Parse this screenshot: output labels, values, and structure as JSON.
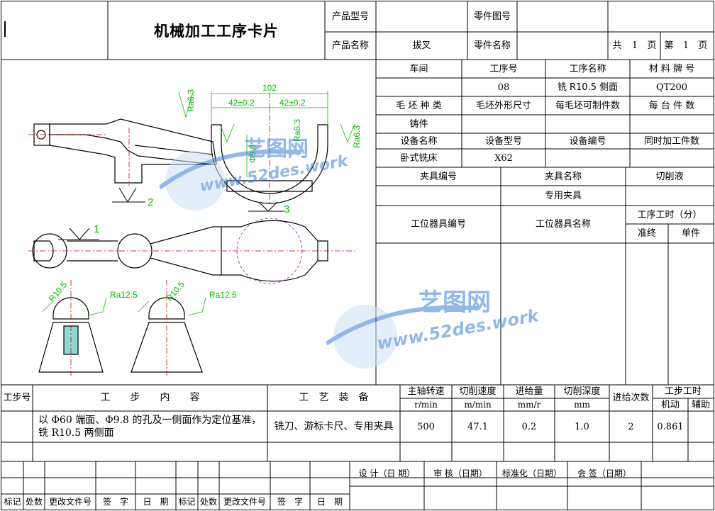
{
  "header": {
    "title": "机械加工工序卡片",
    "product_model_label": "产品型号",
    "product_model_value": "",
    "part_drawing_no_label": "零件图号",
    "part_drawing_no_value": "",
    "product_name_label": "产品名称",
    "product_name_value": "拔叉",
    "part_name_label": "零件名称",
    "part_name_value": "",
    "total_pages_prefix": "共",
    "total_pages": "1",
    "total_pages_suffix": "页",
    "page_prefix": "第",
    "page_no": "1",
    "page_suffix": "页"
  },
  "info": {
    "workshop_label": "车间",
    "op_no_label": "工序号",
    "op_name_label": "工序名称",
    "material_label": "材 料 牌 号",
    "workshop_value": "",
    "op_no_value": "08",
    "op_name_value": "铣 R10.5 侧面",
    "material_value": "QT200",
    "blank_type_label": "毛 坯 种 类",
    "blank_size_label": "毛坯外形尺寸",
    "parts_per_blank_label": "每毛坯可制件数",
    "parts_per_unit_label": "每 台 件 数",
    "blank_type_value": "铸件",
    "equip_name_label": "设备名称",
    "equip_model_label": "设备型号",
    "equip_no_label": "设备编号",
    "simul_parts_label": "同时加工件数",
    "equip_name_value": "卧式铣床",
    "equip_model_value": "X62",
    "fixture_no_label": "夹具编号",
    "fixture_name_label": "夹具名称",
    "coolant_label": "切削液",
    "fixture_name_value": "专用夹具",
    "station_tool_no_label": "工位器具编号",
    "station_tool_name_label": "工位器具名称",
    "op_time_label": "工序工时（分）",
    "prep_label": "准终",
    "unit_label": "单件"
  },
  "steps": {
    "step_no_label": "工步号",
    "step_content_label": "工　　步　　内　　容",
    "equipment_label": "工　艺　装　备",
    "spindle_label": "主轴转速",
    "spindle_unit": "r/min",
    "cut_speed_label": "切削速度",
    "cut_speed_unit": "m/min",
    "feed_label": "进给量",
    "feed_unit": "mm/r",
    "depth_label": "切削深度",
    "depth_unit": "mm",
    "passes_label": "进给次数",
    "step_time_label": "工步工时",
    "machine_time_label": "机动",
    "aux_time_label": "辅助",
    "rows": [
      {
        "no": "",
        "content": "以 Φ60 端面、Φ9.8 的孔及一侧面作为定位基准，铣 R10.5 两侧面",
        "equipment": "铣刀、游标卡尺、专用夹具",
        "spindle": "500",
        "cut_speed": "47.1",
        "feed": "0.2",
        "depth": "1.0",
        "passes": "2",
        "machine_time": "0.861",
        "aux_time": ""
      }
    ]
  },
  "footer": {
    "design_label": "设 计（日 期）",
    "review_label": "审 核（日期）",
    "standard_label": "标准化（日期）",
    "sign_label": "会 签（日期）",
    "mark_label": "标记",
    "count_label": "处数",
    "change_doc_label": "更改文件号",
    "signature_label": "签　字",
    "date_label": "日　期"
  },
  "drawing": {
    "dim_102": "102",
    "dim_42a": "42±0.2",
    "dim_42b": "42±0.2",
    "rough_1": "Ra6.3",
    "rough_2": "Ra6.3",
    "rough_3": "Ra6.3",
    "rough_4": "Ra12.5",
    "rough_5": "Ra12.5",
    "r105_a": "R10.5",
    "r105_b": "R10.5",
    "dim_phi": "Φ9.8",
    "label_1": "1",
    "label_2": "2",
    "label_3": "3"
  },
  "watermark": {
    "text_cn": "艺图网",
    "text_url": "www.52des.work"
  },
  "colors": {
    "line": "#000000",
    "dimension": "#00c000",
    "center": "#d00000",
    "hidden": "#c000c0",
    "watermark": "#3b7fd4"
  }
}
